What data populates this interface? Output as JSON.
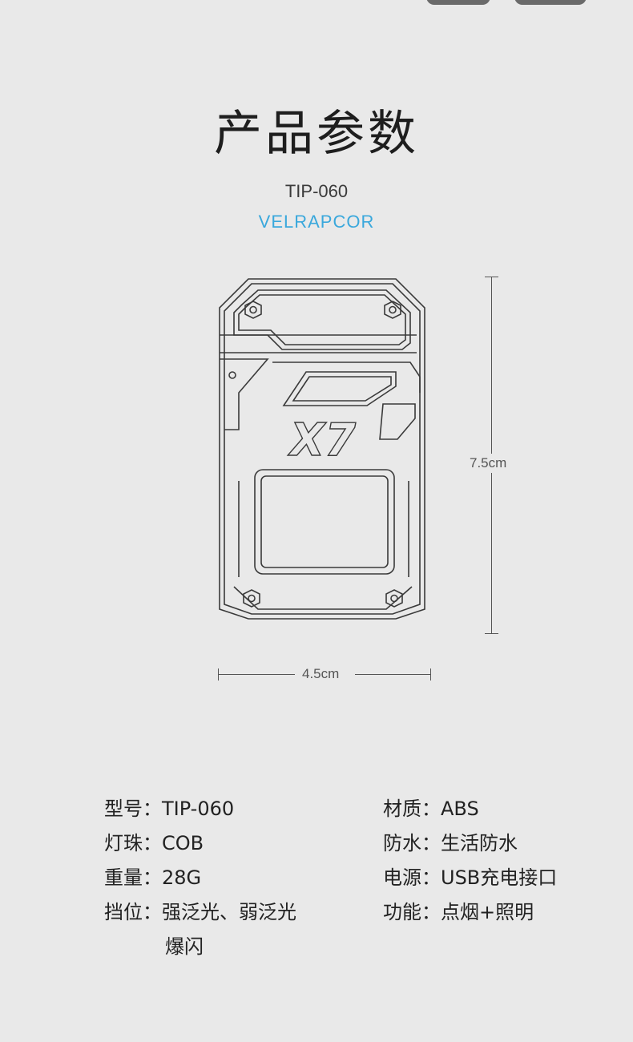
{
  "header": {
    "title": "产品参数",
    "model": "TIP-060",
    "brand": "VELRAPCOR"
  },
  "device": {
    "logo_text": "X7",
    "height_label": "7.5cm",
    "width_label": "4.5cm"
  },
  "specs": {
    "left": [
      {
        "label": "型号：",
        "value": "TIP-060"
      },
      {
        "label": "灯珠：",
        "value": "COB"
      },
      {
        "label": "重量：",
        "value": "28G"
      },
      {
        "label": "挡位：",
        "value": "强泛光、弱泛光",
        "value2": "爆闪"
      }
    ],
    "right": [
      {
        "label": "材质：",
        "value": "ABS"
      },
      {
        "label": "防水：",
        "value": "生活防水"
      },
      {
        "label": "电源：",
        "value": "USB充电接口"
      },
      {
        "label": "功能：",
        "value": "点烟+照明"
      }
    ]
  },
  "colors": {
    "background": "#e9e9e9",
    "brand": "#3aa8dc",
    "text": "#222222",
    "line": "#555555"
  }
}
